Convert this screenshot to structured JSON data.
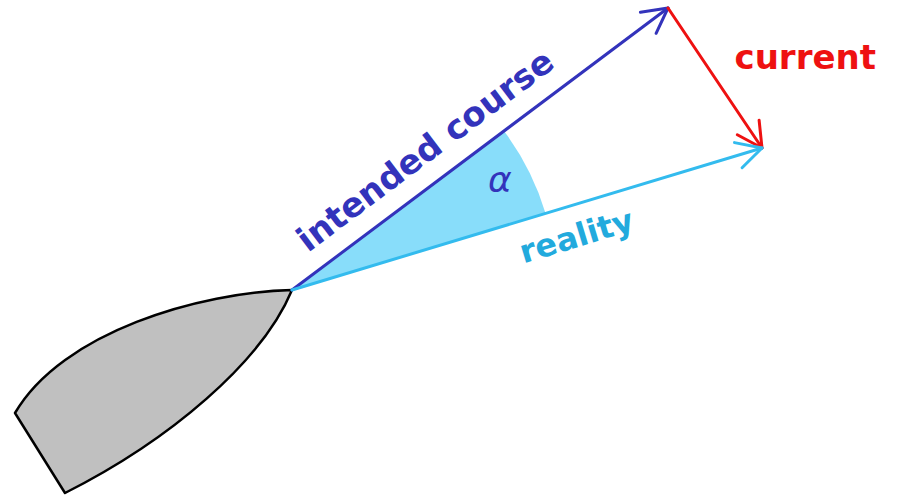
{
  "diagram": {
    "labels": [
      "intended course",
      "current",
      "reality",
      "α"
    ]
  }
}
